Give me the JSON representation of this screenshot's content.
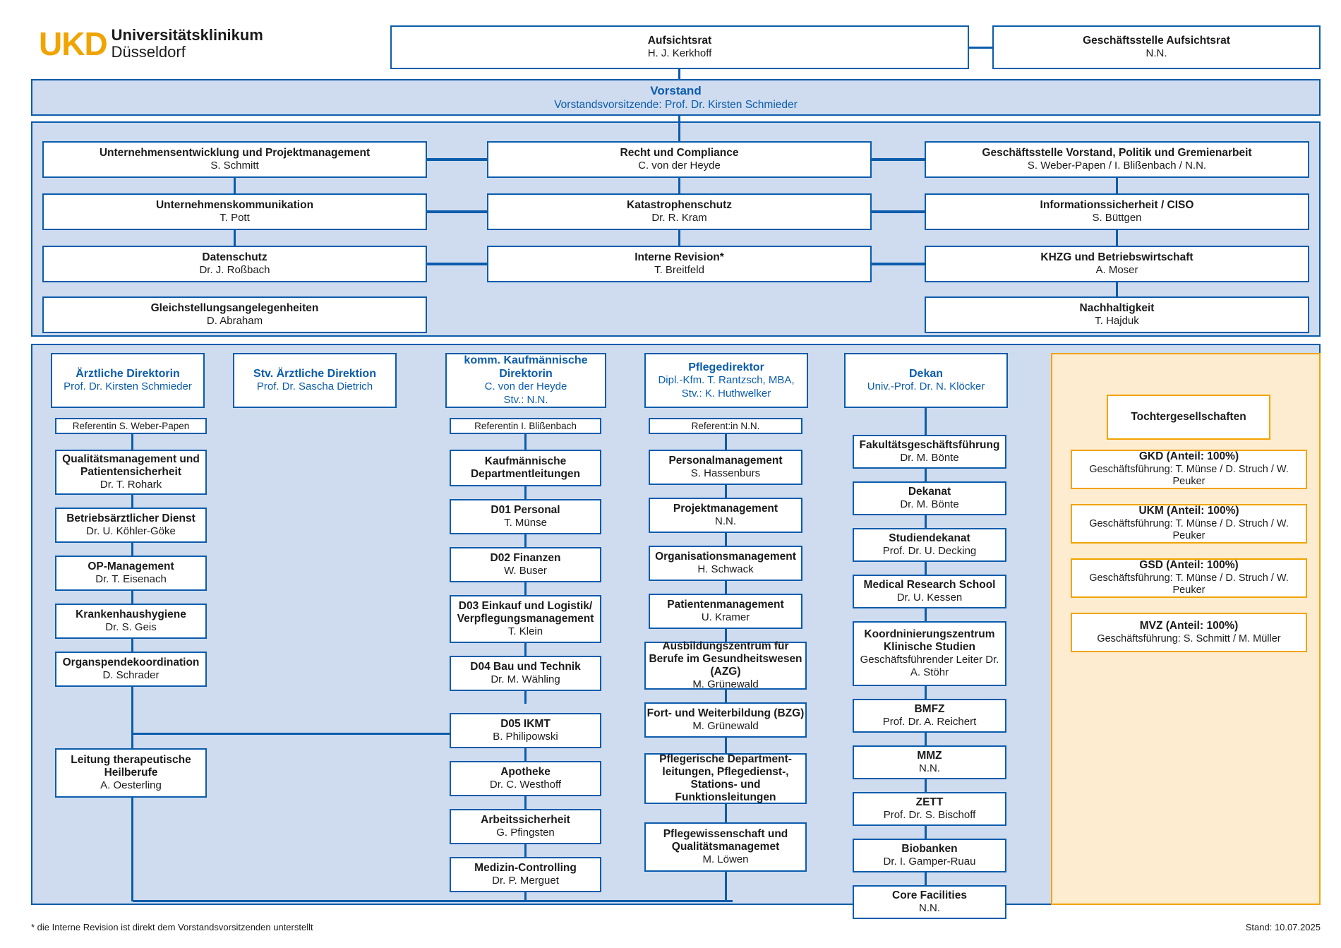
{
  "brand": {
    "mark": "UKD",
    "line1": "Universitätsklinikum",
    "line2": "Düsseldorf"
  },
  "top": {
    "supervisory_board": {
      "title": "Aufsichtsrat",
      "person": "H. J. Kerkhoff"
    },
    "supervisory_office": {
      "title": "Geschäftsstelle Aufsichtsrat",
      "person": "N.N."
    }
  },
  "board": {
    "title": "Vorstand",
    "subtitle": "Vorstandsvorsitzende: Prof. Dr. Kirsten Schmieder"
  },
  "staff_left": [
    {
      "title": "Unternehmensentwicklung und Projektmanagement",
      "person": "S. Schmitt"
    },
    {
      "title": "Unternehmenskommunikation",
      "person": "T. Pott"
    },
    {
      "title": "Datenschutz",
      "person": "Dr. J. Roßbach"
    },
    {
      "title": "Gleichstellungsangelegenheiten",
      "person": "D. Abraham"
    }
  ],
  "staff_center": [
    {
      "title": "Recht und Compliance",
      "person": "C. von der Heyde"
    },
    {
      "title": "Katastrophenschutz",
      "person": "Dr. R. Kram"
    },
    {
      "title": "Interne Revision*",
      "person": "T. Breitfeld"
    }
  ],
  "staff_right": [
    {
      "title": "Geschäftsstelle Vorstand, Politik und Gremienarbeit",
      "person": "S. Weber-Papen / I. Blißenbach / N.N."
    },
    {
      "title": "Informationssicherheit / CISO",
      "person": "S. Büttgen"
    },
    {
      "title": "KHZG und Betriebswirtschaft",
      "person": "A. Moser"
    },
    {
      "title": "Nachhaltigkeit",
      "person": "T. Hajduk"
    }
  ],
  "directorates": {
    "medical": {
      "title": "Ärztliche Direktorin",
      "person": "Prof. Dr. Kirsten Schmieder",
      "referent": "Referentin S. Weber-Papen",
      "items": [
        {
          "title": "Qualitätsmanagement und Patientensicherheit",
          "person": "Dr. T. Rohark"
        },
        {
          "title": "Betriebsärztlicher Dienst",
          "person": "Dr. U. Köhler-Göke"
        },
        {
          "title": "OP-Management",
          "person": "Dr. T. Eisenach"
        },
        {
          "title": "Krankenhaushygiene",
          "person": "Dr. S. Geis"
        },
        {
          "title": "Organspendekoordination",
          "person": "D. Schrader"
        },
        {
          "title": "Leitung therapeutische Heilberufe",
          "person": "A. Oesterling"
        }
      ]
    },
    "deputy_medical": {
      "title": "Stv. Ärztliche Direktion",
      "person": "Prof. Dr. Sascha Dietrich"
    },
    "commercial": {
      "title": "komm. Kaufmännische Direktorin",
      "person": "C. von der Heyde",
      "deputy": "Stv.: N.N.",
      "referent": "Referentin I. Blißenbach",
      "items": [
        {
          "title": "Kaufmännische Departmentleitungen",
          "person": ""
        },
        {
          "title": "D01 Personal",
          "person": "T. Münse"
        },
        {
          "title": "D02 Finanzen",
          "person": "W. Buser"
        },
        {
          "title": "D03 Einkauf und Logistik/ Verpflegungsmanagement",
          "person": "T. Klein"
        },
        {
          "title": "D04 Bau und Technik",
          "person": "Dr. M. Wähling"
        },
        {
          "title": "D05 IKMT",
          "person": "B. Philipowski"
        },
        {
          "title": "Apotheke",
          "person": "Dr. C. Westhoff"
        },
        {
          "title": "Arbeitssicherheit",
          "person": "G. Pfingsten"
        },
        {
          "title": "Medizin-Controlling",
          "person": "Dr. P. Merguet"
        }
      ]
    },
    "nursing": {
      "title": "Pflegedirektor",
      "person": "Dipl.-Kfm. T. Rantzsch, MBA,",
      "deputy": "Stv.: K. Huthwelker",
      "referent": "Referent:in N.N.",
      "items": [
        {
          "title": "Personalmanagement",
          "person": "S. Hassenburs"
        },
        {
          "title": "Projektmanagement",
          "person": "N.N."
        },
        {
          "title": "Organisationsmanagement",
          "person": "H. Schwack"
        },
        {
          "title": "Patientenmanagement",
          "person": "U. Kramer"
        },
        {
          "title": "Ausbildungszentrum für Berufe im Gesundheitswesen (AZG)",
          "person": "M. Grünewald"
        },
        {
          "title": "Fort- und Weiterbildung (BZG)",
          "person": "M. Grünewald"
        },
        {
          "title": "Pflegerische Department- leitungen, Pflegedienst-, Stations- und Funktionsleitungen",
          "person": ""
        },
        {
          "title": "Pflegewissenschaft und Qualitätsmanagemet",
          "person": "M. Löwen"
        }
      ]
    },
    "dean": {
      "title": "Dekan",
      "person": "Univ.-Prof. Dr. N. Klöcker",
      "items": [
        {
          "title": "Fakultätsgeschäftsführung",
          "person": "Dr. M. Bönte"
        },
        {
          "title": "Dekanat",
          "person": "Dr. M. Bönte"
        },
        {
          "title": "Studiendekanat",
          "person": "Prof. Dr. U. Decking"
        },
        {
          "title": "Medical Research School",
          "person": "Dr. U. Kessen"
        },
        {
          "title": "Koordninierungszentrum Klinische Studien",
          "person": "Geschäftsführender Leiter Dr. A. Stöhr"
        },
        {
          "title": "BMFZ",
          "person": "Prof. Dr. A. Reichert"
        },
        {
          "title": "MMZ",
          "person": "N.N."
        },
        {
          "title": "ZETT",
          "person": "Prof. Dr. S. Bischoff"
        },
        {
          "title": "Biobanken",
          "person": "Dr. I. Gamper-Ruau"
        },
        {
          "title": "Core Facilities",
          "person": "N.N."
        }
      ]
    }
  },
  "subsidiaries": {
    "heading": "Tochtergesellschaften",
    "items": [
      {
        "title": "GKD (Anteil: 100%)",
        "person": "Geschäftsführung: T. Münse / D. Struch / W. Peuker"
      },
      {
        "title": "UKM (Anteil: 100%)",
        "person": "Geschäftsführung: T. Münse / D. Struch / W. Peuker"
      },
      {
        "title": "GSD (Anteil: 100%)",
        "person": "Geschäftsführung: T. Münse / D. Struch / W. Peuker"
      },
      {
        "title": "MVZ (Anteil: 100%)",
        "person": "Geschäftsführung: S. Schmitt / M. Müller"
      }
    ]
  },
  "footer": {
    "note": "* die Interne Revision ist direkt dem Vorstandsvorsitzenden unterstellt",
    "date": "Stand: 10.07.2025"
  },
  "colors": {
    "brand_orange": "#f0a400",
    "brand_blue": "#0b5cab",
    "panel_blue": "#cfdcf0",
    "subsidiary_bg": "#fdeccf"
  }
}
